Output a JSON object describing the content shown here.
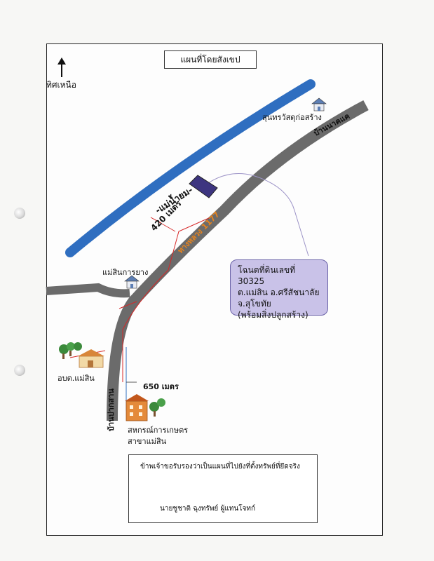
{
  "map": {
    "title": "แผนที่โดยสังเขป",
    "north_label": "ทิศเหนือ",
    "river_label": "แม่น้ำยม",
    "road_label": "ทางหลวง 1177",
    "village_north": "บ้านนาคแค",
    "village_south": "บ้านปากสาน",
    "landmarks": {
      "sunthon": "สุนทรวัสดุก่อสร้าง",
      "rubber": "แม่สินการยาง",
      "obt": "อบต.แม่สิน",
      "coop_line1": "สหกรณ์การเกษตร",
      "coop_line2": "สาขาแม่สิน"
    },
    "distances": {
      "d420": "420 เมตร",
      "d650": "650 เมตร"
    },
    "parcel": {
      "line1": "โฉนดที่ดินเลขที่ 30325",
      "line2": "ต.แม่สิน อ.ศรีสัชนาลัย",
      "line3": "จ.สุโขทัย",
      "line4": "(พร้อมสิ่งปลูกสร้าง)"
    },
    "certification": "ข้าพเจ้าขอรับรองว่าเป็นแผนที่ไปยังที่ตั้งทรัพย์ที่ยึดจริง",
    "signer": "นายชูชาติ ฉุงทรัพย์ ผู้แทนโจทก์",
    "colors": {
      "river": "#2f6ec0",
      "road": "#6b6b6b",
      "road_label": "#e8841e",
      "parcel": "#3d3580",
      "parcel_box": "#c9c2e8",
      "route": "#d62828"
    }
  }
}
